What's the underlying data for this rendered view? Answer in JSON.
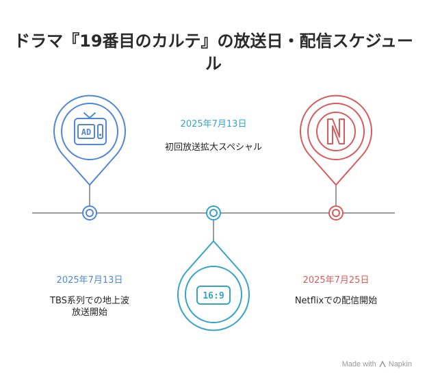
{
  "title": "ドラマ『19番目のカルテ』の放送日・配信スケジュール",
  "colors": {
    "blue": "#4f86d9",
    "teal": "#33a3c9",
    "red": "#d95a5a",
    "line": "#9a9a9a"
  },
  "events": [
    {
      "date": "2025年7月13日",
      "description": "TBS系列での地上波放送開始",
      "icon": "tv-ad-icon"
    },
    {
      "date": "2025年7月13日",
      "description": "初回放送拡大スペシャル",
      "icon": "widescreen-16-9-icon",
      "icon_text": "16:9"
    },
    {
      "date": "2025年7月25日",
      "description": "Netflixでの配信開始",
      "icon": "netflix-logo-icon"
    }
  ],
  "tv_icon_text": "AD",
  "footer": {
    "made_with": "Made with",
    "brand": "Napkin"
  }
}
